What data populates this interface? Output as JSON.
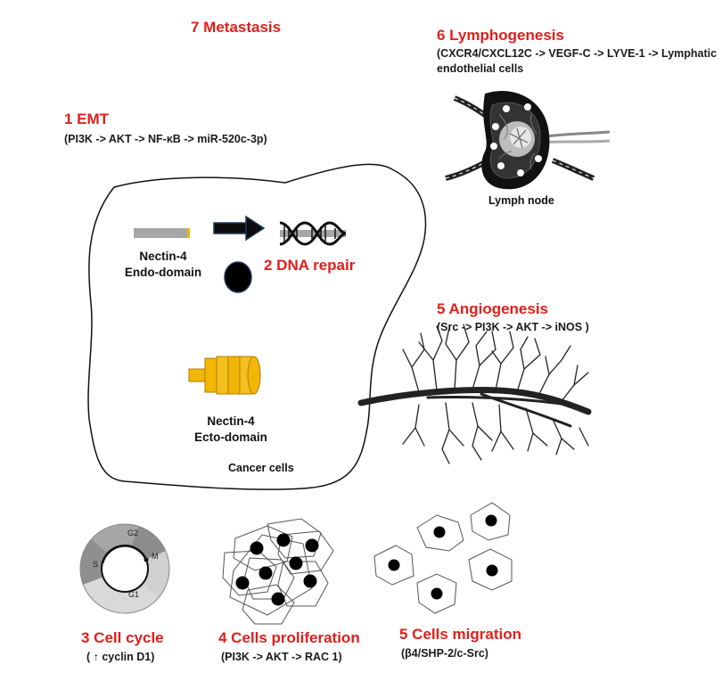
{
  "metastasis": {
    "title": "7 Metastasis"
  },
  "lymphogenesis": {
    "title": "6 Lymphogenesis",
    "pathway_line1": "(CXCR4/CXCL12C -> VEGF-C -> LYVE-1 -> Lymphatic",
    "pathway_line2": "endothelial cells",
    "node_label": "Lymph node"
  },
  "emt": {
    "title": "1 EMT",
    "pathway": "(PI3K -> AKT -> NF-κB -> miR-520c-3p)"
  },
  "cell": {
    "endo_label_1": "Nectin-4",
    "endo_label_2": "Endo-domain",
    "dna_repair": "2 DNA repair",
    "ecto_label_1": "Nectin-4",
    "ecto_label_2": "Ecto-domain",
    "caption": "Cancer cells"
  },
  "angiogenesis": {
    "title": "5 Angiogenesis",
    "pathway": "(Src -> PI3K -> AKT -> iNOS )"
  },
  "cell_cycle": {
    "title": "3 Cell cycle",
    "subtitle": "( ↑ cyclin D1)",
    "phases": [
      "G2",
      "M",
      "G1",
      "S"
    ]
  },
  "proliferation": {
    "title": "4 Cells proliferation",
    "subtitle": "(PI3K -> AKT -> RAC 1)"
  },
  "migration": {
    "title": "5 Cells migration",
    "subtitle": "(β4/SHP-2/c-Src)"
  },
  "colors": {
    "heading": "#e0201c",
    "receptor": "#f2b705",
    "nucleus": "#000000"
  }
}
